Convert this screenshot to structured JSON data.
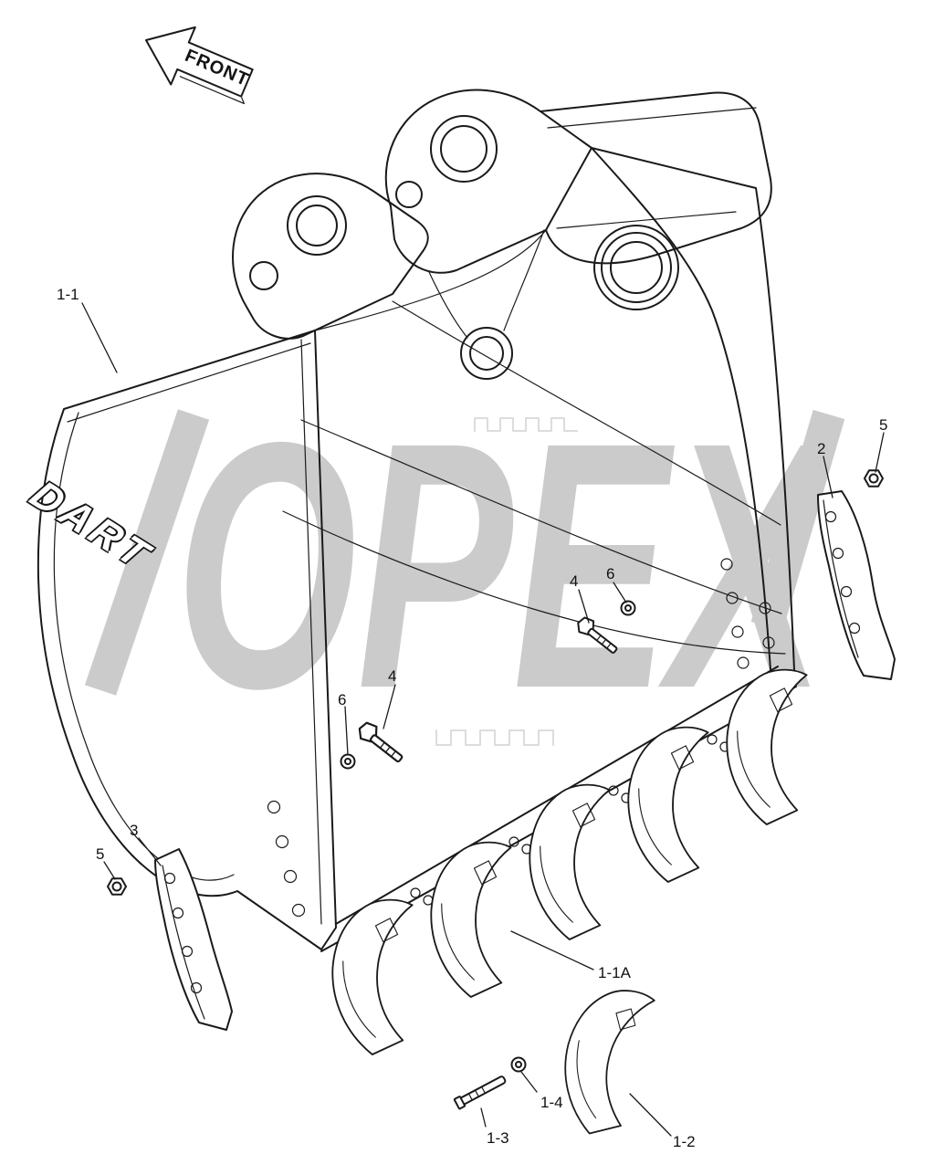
{
  "page": {
    "background": "#ffffff",
    "line_color": "#1a1a1a",
    "watermark_color": "#cbcbcb"
  },
  "front_arrow": {
    "label": "FRONT"
  },
  "watermark": {
    "text": "OPEX"
  },
  "bucket": {
    "logo": "DART"
  },
  "callouts": [
    {
      "id": "1-1",
      "label": "1-1"
    },
    {
      "id": "2",
      "label": "2"
    },
    {
      "id": "5-right",
      "label": "5"
    },
    {
      "id": "4-right",
      "label": "4"
    },
    {
      "id": "6-right",
      "label": "6"
    },
    {
      "id": "6-left",
      "label": "6"
    },
    {
      "id": "4-left",
      "label": "4"
    },
    {
      "id": "3",
      "label": "3"
    },
    {
      "id": "5-left",
      "label": "5"
    },
    {
      "id": "1-1A",
      "label": "1-1A"
    },
    {
      "id": "1-4",
      "label": "1-4"
    },
    {
      "id": "1-3",
      "label": "1-3"
    },
    {
      "id": "1-2",
      "label": "1-2"
    }
  ]
}
